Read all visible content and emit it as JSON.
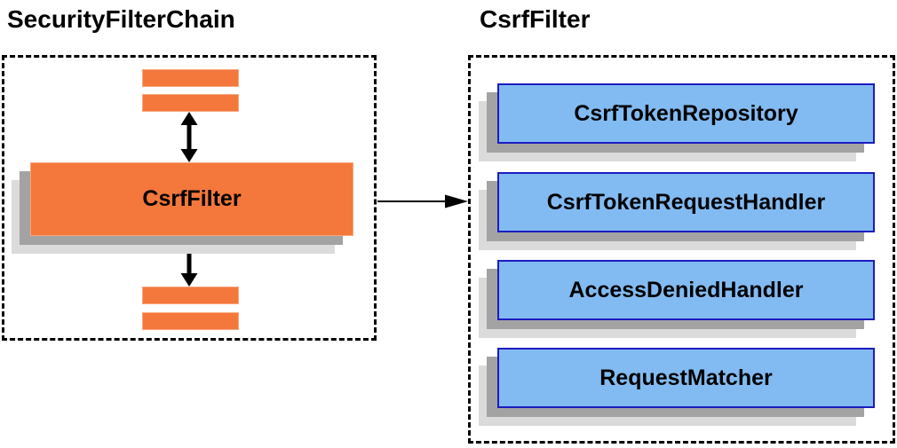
{
  "diagram": {
    "left_panel": {
      "title": "SecurityFilterChain",
      "csrf_filter_label": "CsrfFilter"
    },
    "right_panel": {
      "title": "CsrfFilter",
      "components": [
        {
          "label": "CsrfTokenRepository"
        },
        {
          "label": "CsrfTokenRequestHandler"
        },
        {
          "label": "AccessDeniedHandler"
        },
        {
          "label": "RequestMatcher"
        }
      ]
    },
    "icons": {
      "vertical_flow": "up-down-arrow-icon",
      "connection": "right-arrow-icon"
    },
    "colors": {
      "orange_fill": "#F4773B",
      "orange_border": "#F9A57C",
      "blue_fill": "#82BBF2",
      "blue_border": "#1C1CC0",
      "shadow_dark": "#A3A3A3",
      "shadow_light": "#DBDBDB",
      "line_color": "#000000",
      "background": "#FFFFFF"
    }
  }
}
